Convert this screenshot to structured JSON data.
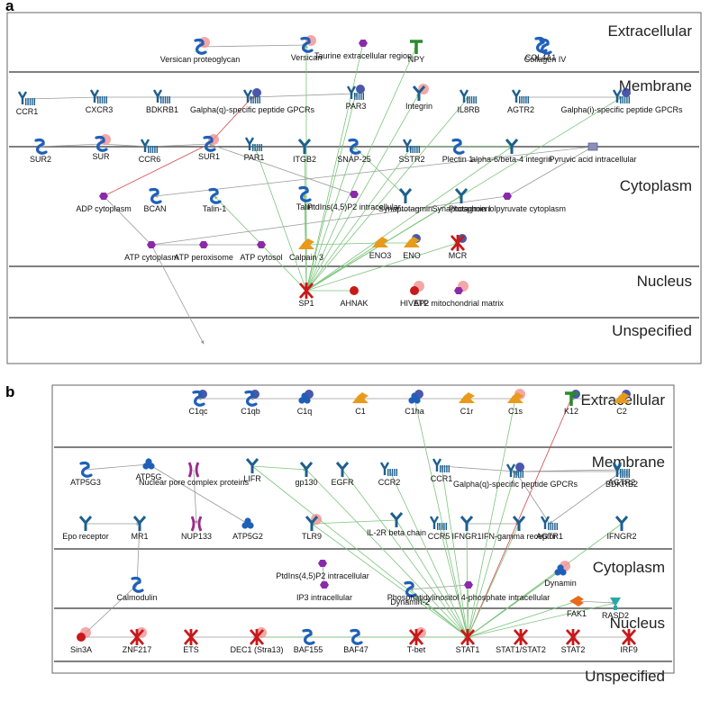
{
  "panels": [
    {
      "letter": "a",
      "regions": [
        "Extracellular",
        "Membrane",
        "Cytoplasm",
        "Nucleus",
        "Unspecified"
      ],
      "nodes": [
        {
          "label": "Versican proteoglycan",
          "icon": "protein-s-icon"
        },
        {
          "label": "Versican",
          "icon": "protein-s-icon"
        },
        {
          "label": "Taurine extracellular region",
          "icon": "metabolite-hexagon-icon"
        },
        {
          "label": "NPY",
          "icon": "ligand-t-icon"
        },
        {
          "label": "COL4A1",
          "icon": "protein-s-icon"
        },
        {
          "label": "Collagen IV",
          "icon": "protein-s-icon"
        },
        {
          "label": "CCR1",
          "icon": "receptor-gpcr-icon"
        },
        {
          "label": "CXCR3",
          "icon": "receptor-gpcr-icon"
        },
        {
          "label": "BDKRB1",
          "icon": "receptor-gpcr-icon"
        },
        {
          "label": "Galpha(q)-specific peptide GPCRs",
          "icon": "receptor-gpcr-icon"
        },
        {
          "label": "PAR3",
          "icon": "receptor-gpcr-icon"
        },
        {
          "label": "Integrin",
          "icon": "receptor-y-icon"
        },
        {
          "label": "IL8RB",
          "icon": "receptor-gpcr-icon"
        },
        {
          "label": "AGTR2",
          "icon": "receptor-gpcr-icon"
        },
        {
          "label": "Galpha(i)-specific peptide GPCRs",
          "icon": "receptor-gpcr-icon"
        },
        {
          "label": "SUR2",
          "icon": "protein-s-icon"
        },
        {
          "label": "SUR",
          "icon": "protein-s-icon"
        },
        {
          "label": "CCR6",
          "icon": "receptor-gpcr-icon"
        },
        {
          "label": "SUR1",
          "icon": "protein-s-icon"
        },
        {
          "label": "PAR1",
          "icon": "receptor-gpcr-icon"
        },
        {
          "label": "ITGB2",
          "icon": "receptor-y-icon"
        },
        {
          "label": "SNAP-25",
          "icon": "protein-s-icon"
        },
        {
          "label": "SSTR2",
          "icon": "receptor-gpcr-icon"
        },
        {
          "label": "Plectin 1",
          "icon": "protein-s-icon"
        },
        {
          "label": "alpha-6/beta-4 integrin",
          "icon": "receptor-y-icon"
        },
        {
          "label": "Pyruvic acid intracellular",
          "icon": "metabolite-square-icon"
        },
        {
          "label": "ADP cytoplasm",
          "icon": "metabolite-hexagon-icon"
        },
        {
          "label": "BCAN",
          "icon": "protein-s-icon"
        },
        {
          "label": "Talin-1",
          "icon": "protein-s-icon"
        },
        {
          "label": "Talin",
          "icon": "protein-s-icon"
        },
        {
          "label": "PtdIns(4,5)P2 intracellular",
          "icon": "metabolite-hexagon-icon"
        },
        {
          "label": "Synaptotagmin",
          "icon": "receptor-y-icon"
        },
        {
          "label": "Synaptotagmin I",
          "icon": "receptor-y-icon"
        },
        {
          "label": "Phosphoenolpyruvate cytoplasm",
          "icon": "metabolite-hexagon-icon"
        },
        {
          "label": "ATP cytoplasm",
          "icon": "metabolite-hexagon-icon"
        },
        {
          "label": "ATP peroxisome",
          "icon": "metabolite-hexagon-icon"
        },
        {
          "label": "ATP cytosol",
          "icon": "metabolite-hexagon-icon"
        },
        {
          "label": "Calpain 3",
          "icon": "enzyme-icon"
        },
        {
          "label": "ENO3",
          "icon": "enzyme-icon"
        },
        {
          "label": "ENO",
          "icon": "enzyme-icon"
        },
        {
          "label": "MCR",
          "icon": "transcription-factor-icon"
        },
        {
          "label": "SP1",
          "icon": "transcription-factor-icon"
        },
        {
          "label": "AHNAK",
          "icon": "generic-circle-icon"
        },
        {
          "label": "HIVEP2",
          "icon": "generic-circle-icon"
        },
        {
          "label": "ATP mitochondrial matrix",
          "icon": "metabolite-hexagon-icon"
        }
      ]
    },
    {
      "letter": "b",
      "regions": [
        "Extracellular",
        "Membrane",
        "Cytoplasm",
        "Nucleus",
        "Unspecified"
      ],
      "nodes": [
        {
          "label": "C1qc",
          "icon": "protein-s-icon"
        },
        {
          "label": "C1qb",
          "icon": "protein-s-icon"
        },
        {
          "label": "C1q",
          "icon": "complex-icon"
        },
        {
          "label": "C1",
          "icon": "enzyme-icon"
        },
        {
          "label": "C1ha",
          "icon": "complex-icon"
        },
        {
          "label": "C1r",
          "icon": "enzyme-icon"
        },
        {
          "label": "C1s",
          "icon": "enzyme-icon"
        },
        {
          "label": "K12",
          "icon": "ligand-t-icon"
        },
        {
          "label": "C2",
          "icon": "enzyme-icon"
        },
        {
          "label": "ATP5G3",
          "icon": "protein-s-icon"
        },
        {
          "label": "ATP5G",
          "icon": "complex-icon"
        },
        {
          "label": "Nuclear pore complex proteins",
          "icon": "channel-icon"
        },
        {
          "label": "LIFR",
          "icon": "receptor-y-icon"
        },
        {
          "label": "gp130",
          "icon": "receptor-y-icon"
        },
        {
          "label": "EGFR",
          "icon": "receptor-y-icon"
        },
        {
          "label": "CCR2",
          "icon": "receptor-gpcr-icon"
        },
        {
          "label": "CCR1",
          "icon": "receptor-gpcr-icon"
        },
        {
          "label": "Galpha(q)-specific peptide GPCRs",
          "icon": "receptor-gpcr-icon"
        },
        {
          "label": "AGTR2",
          "icon": "receptor-gpcr-icon"
        },
        {
          "label": "BDKRB2",
          "icon": "receptor-gpcr-icon"
        },
        {
          "label": "Epo receptor",
          "icon": "receptor-y-icon"
        },
        {
          "label": "MR1",
          "icon": "receptor-y-icon"
        },
        {
          "label": "NUP133",
          "icon": "channel-icon"
        },
        {
          "label": "ATP5G2",
          "icon": "complex-icon"
        },
        {
          "label": "TLR9",
          "icon": "receptor-y-icon"
        },
        {
          "label": "IL-2R beta chain",
          "icon": "receptor-y-icon"
        },
        {
          "label": "CCR5",
          "icon": "receptor-gpcr-icon"
        },
        {
          "label": "IFNGR1",
          "icon": "receptor-y-icon"
        },
        {
          "label": "IFN-gamma receptor",
          "icon": "receptor-y-icon"
        },
        {
          "label": "AGTR1",
          "icon": "receptor-gpcr-icon"
        },
        {
          "label": "IFNGR2",
          "icon": "receptor-y-icon"
        },
        {
          "label": "Calmodulin",
          "icon": "protein-s-icon"
        },
        {
          "label": "PtdIns(4,5)P2 intracellular",
          "icon": "metabolite-hexagon-icon"
        },
        {
          "label": "IP3 intracellular",
          "icon": "metabolite-hexagon-icon"
        },
        {
          "label": "Dynamin-2",
          "icon": "protein-s-icon"
        },
        {
          "label": "Phosphatidylinositol 4-phosphate intracellular",
          "icon": "metabolite-hexagon-icon"
        },
        {
          "label": "Dynamin",
          "icon": "complex-icon"
        },
        {
          "label": "FAK1",
          "icon": "kinase-icon"
        },
        {
          "label": "RASD2",
          "icon": "gtpase-icon"
        },
        {
          "label": "Sin3A",
          "icon": "generic-circle-icon"
        },
        {
          "label": "ZNF217",
          "icon": "transcription-factor-icon"
        },
        {
          "label": "ETS",
          "icon": "transcription-factor-icon"
        },
        {
          "label": "DEC1 (Stra13)",
          "icon": "transcription-factor-icon"
        },
        {
          "label": "BAF155",
          "icon": "protein-s-icon"
        },
        {
          "label": "BAF47",
          "icon": "protein-s-icon"
        },
        {
          "label": "T-bet",
          "icon": "transcription-factor-icon"
        },
        {
          "label": "STAT1",
          "icon": "transcription-factor-icon"
        },
        {
          "label": "STAT1/STAT2",
          "icon": "transcription-factor-icon"
        },
        {
          "label": "STAT2",
          "icon": "transcription-factor-icon"
        },
        {
          "label": "IRF9",
          "icon": "transcription-factor-icon"
        }
      ]
    }
  ],
  "colors": {
    "protein_blue": "#1f5fb8",
    "metabolite_purple": "#8a2aa8",
    "tf_red": "#c8191b",
    "enzyme_orange": "#e89a1a",
    "ligand_green": "#2a8a2a",
    "highlight_red": "#f08a8a",
    "highlight_blue": "#2a3a9c",
    "edge_green": "#7cc47c",
    "edge_gray": "#9a9a9a",
    "edge_red": "#d04848",
    "region_line": "#555555"
  }
}
